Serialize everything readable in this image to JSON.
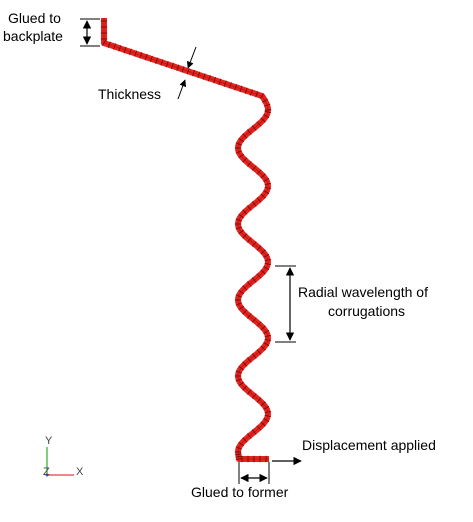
{
  "labels": {
    "glued_backplate_line1": "Glued to",
    "glued_backplate_line2": "backplate",
    "thickness": "Thickness",
    "wavelength_line1": "Radial wavelength of",
    "wavelength_line2": "corrugations",
    "displacement": "Displacement applied",
    "glued_former": "Glued to former"
  },
  "axes": {
    "y": "Y",
    "z": "Z",
    "x": "X"
  },
  "colors": {
    "mesh_fill": "#e8231e",
    "mesh_edge": "#6a0a08",
    "axis_x": "#e04040",
    "axis_y": "#3cb43c",
    "axis_z": "#4a4ad0",
    "annotation": "#000000"
  }
}
